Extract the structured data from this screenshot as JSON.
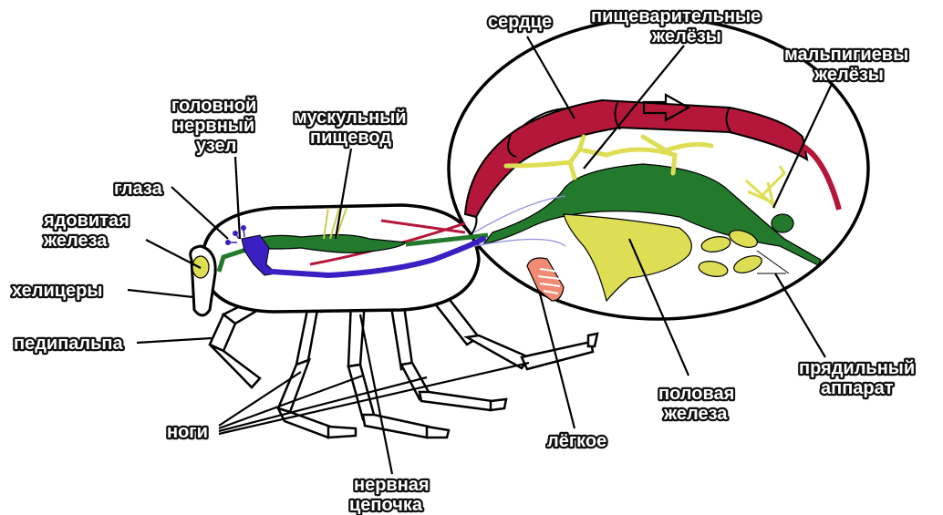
{
  "labels": {
    "heart": "сердце",
    "digestive_glands_1": "пищеварительные",
    "digestive_glands_2": "желёзы",
    "malpighian_1": "мальпигиевы",
    "malpighian_2": "желёзы",
    "head_ganglion_1": "головной",
    "head_ganglion_2": "нервный",
    "head_ganglion_3": "узел",
    "esophagus_1": "мускульный",
    "esophagus_2": "пищевод",
    "eyes": "глаза",
    "venom_gland_1": "ядовитая",
    "venom_gland_2": "железа",
    "chelicerae": "хелицеры",
    "pedipalp": "педипальпа",
    "legs": "ноги",
    "nerve_chain_1": "нервная",
    "nerve_chain_2": "цепочка",
    "lung": "лёгкое",
    "gonad_1": "половая",
    "gonad_2": "железа",
    "spinneret_1": "прядильный",
    "spinneret_2": "аппарат"
  },
  "colors": {
    "heart": "#b5173a",
    "gut": "#237a2c",
    "gland": "#dede55",
    "nerve": "#3a1fc2",
    "lung": "#f08a72",
    "body_fill": "#ffffff",
    "outline": "#000000"
  }
}
